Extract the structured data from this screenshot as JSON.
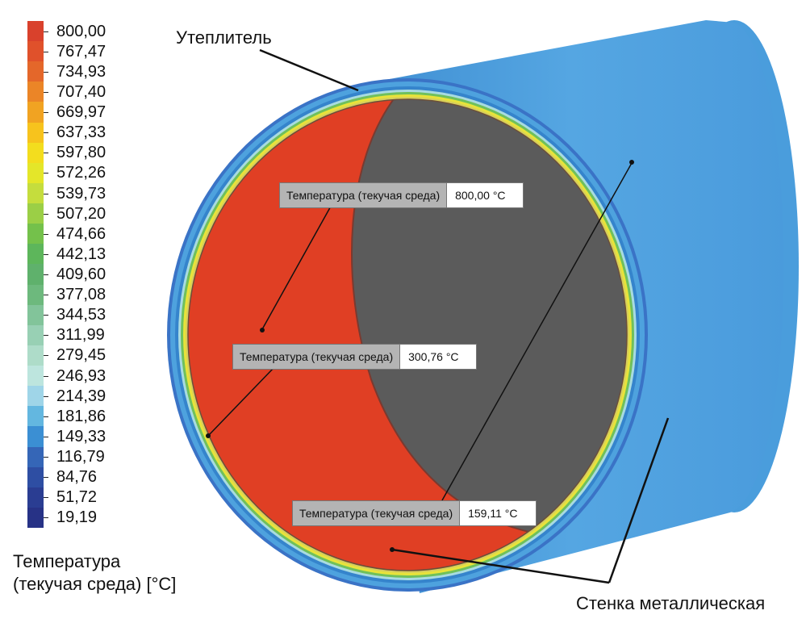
{
  "legend": {
    "title_line1": "Температура",
    "title_line2": "(текучая среда) [°C]",
    "values": [
      "800,00",
      "767,47",
      "734,93",
      "707,40",
      "669,97",
      "637,33",
      "597,80",
      "572,26",
      "539,73",
      "507,20",
      "474,66",
      "442,13",
      "409,60",
      "377,08",
      "344,53",
      "311,99",
      "279,45",
      "246,93",
      "214,39",
      "181,86",
      "149,33",
      "116,79",
      "84,76",
      "51,72",
      "19,19"
    ],
    "colors": [
      "#d9412c",
      "#e0512b",
      "#e4672a",
      "#eb8527",
      "#f1a322",
      "#f7c31d",
      "#f3dd1e",
      "#e4e629",
      "#c5dd3d",
      "#9bcf46",
      "#74c14b",
      "#5db65b",
      "#5fb16c",
      "#6db97d",
      "#82c49a",
      "#98d0b4",
      "#aedcc9",
      "#bde5de",
      "#9fd5e8",
      "#63b7e0",
      "#3b8fd3",
      "#3566b7",
      "#2e4ea3",
      "#2a3d92",
      "#273286"
    ]
  },
  "probes": [
    {
      "name": "Температура (текучая среда)",
      "value": "800,00 °C"
    },
    {
      "name": "Температура (текучая среда)",
      "value": "300,76 °C"
    },
    {
      "name": "Температура (текучая среда)",
      "value": "159,11 °C"
    }
  ],
  "callouts": {
    "insulation": "Утеплитель",
    "metal_wall": "Стенка металлическая"
  },
  "colors": {
    "hot_fluid": "#e03f24",
    "cylinder_blue": "#4f9fdc",
    "cylinder_blue_dark": "#3e88c9",
    "gray_core": "#5b5b5b",
    "probe_bg": "#b4b4b4"
  }
}
